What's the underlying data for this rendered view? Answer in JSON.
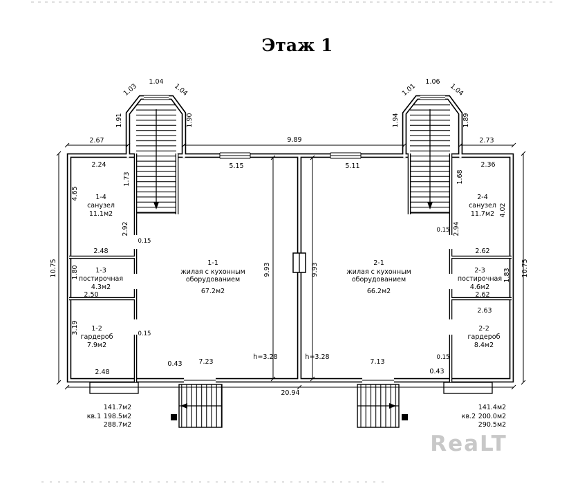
{
  "title": "Этаж 1",
  "watermark": "ReaLT",
  "rooms": {
    "r11": {
      "id": "1-1",
      "name_line1": "жилая с кухонным",
      "name_line2": "оборудованием",
      "area": "67.2м2"
    },
    "r12": {
      "id": "1-2",
      "name": "гардероб",
      "area": "7.9м2"
    },
    "r13": {
      "id": "1-3",
      "name": "постирочная",
      "area": "4.3м2"
    },
    "r14": {
      "id": "1-4",
      "name": "санузел",
      "area": "11.1м2"
    },
    "r21": {
      "id": "2-1",
      "name_line1": "жилая с кухонным",
      "name_line2": "оборудованием",
      "area": "66.2м2"
    },
    "r22": {
      "id": "2-2",
      "name": "гардероб",
      "area": "8.4м2"
    },
    "r23": {
      "id": "2-3",
      "name": "постирочная",
      "area": "4.6м2"
    },
    "r24": {
      "id": "2-4",
      "name": "санузел",
      "area": "11.7м2"
    }
  },
  "summary_left": {
    "label": "кв.1",
    "area1": "141.7м2",
    "area2": "198.5м2",
    "area3": "288.7м2"
  },
  "summary_right": {
    "label": "кв.2",
    "area1": "141.4м2",
    "area2": "200.0м2",
    "area3": "290.5м2"
  },
  "dims": [
    "2.67",
    "1.03",
    "1.04",
    "1.04",
    "1.91",
    "1.90",
    "9.89",
    "1.01",
    "1.06",
    "1.04",
    "1.94",
    "1.89",
    "2.73",
    "2.24",
    "1.73",
    "5.15",
    "5.11",
    "1.68",
    "2.36",
    "4.65",
    "10.75",
    "2.92",
    "0.15",
    "2.48",
    "1.80",
    "2.50",
    "3.19",
    "0.15",
    "2.48",
    "9.93",
    "9.93",
    "0.15",
    "2.94",
    "4.02",
    "2.62",
    "1.83",
    "2.62",
    "2.63",
    "0.15",
    "10.75",
    "0.43",
    "7.23",
    "h=3.28",
    "h=3.28",
    "7.13",
    "0.43",
    "20.94"
  ]
}
